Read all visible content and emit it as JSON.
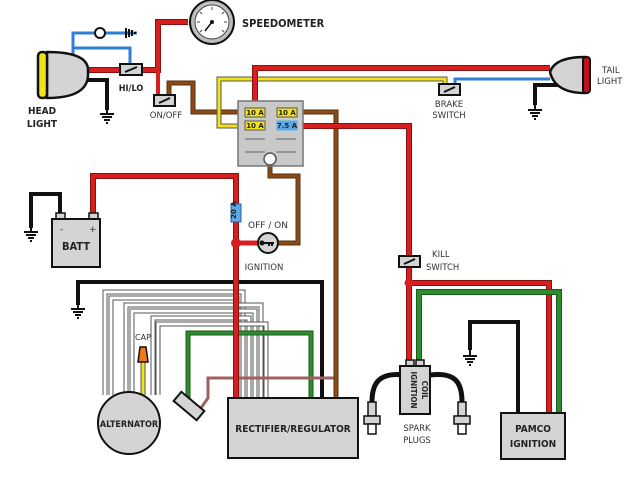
{
  "diagram": {
    "title": "Motorcycle wiring diagram",
    "labels": {
      "speedometer": "SPEEDOMETER",
      "headlight_line1": "HEAD",
      "headlight_line2": "LIGHT",
      "hi_lo": "HI/LO",
      "on_off": "ON/OFF",
      "brake_switch_line1": "BRAKE",
      "brake_switch_line2": "SWITCH",
      "tail_light_line1": "TAIL",
      "tail_light_line2": "LIGHT",
      "battery": "BATT",
      "battery_neg": "-",
      "battery_pos": "+",
      "ignition_switch_state": "OFF / ON",
      "ignition_switch": "IGNITION",
      "kill_switch_line1": "KILL",
      "kill_switch_line2": "SWITCH",
      "cap": "CAP",
      "alternator": "ALTERNATOR",
      "rectifier": "RECTIFIER/REGULATOR",
      "ignition_coil_line1": "IGNITION",
      "ignition_coil_line2": "COIL",
      "spark_plugs_line1": "SPARK",
      "spark_plugs_line2": "PLUGS",
      "pamco_line1": "PAMCO",
      "pamco_line2": "IGNITION"
    },
    "fuses": {
      "top_left": "10 A",
      "top_right": "10 A",
      "bottom_left": "10 A",
      "bottom_right": "7.5 A",
      "main": "20 A"
    },
    "wire_colors": {
      "power": "#d62020",
      "ground": "#111111",
      "lighting": "#f2e21a",
      "headlight_hi": "#2f7fd6",
      "ignition_switched": "#8a4a1a",
      "pickup": "#2e8b2e",
      "pickup_return": "#a06060",
      "stator": "#ffffff",
      "fuse_yellow": "#f2e21a",
      "fuse_blue": "#5aa9e6",
      "component_fill": "#d4d4d4"
    }
  }
}
